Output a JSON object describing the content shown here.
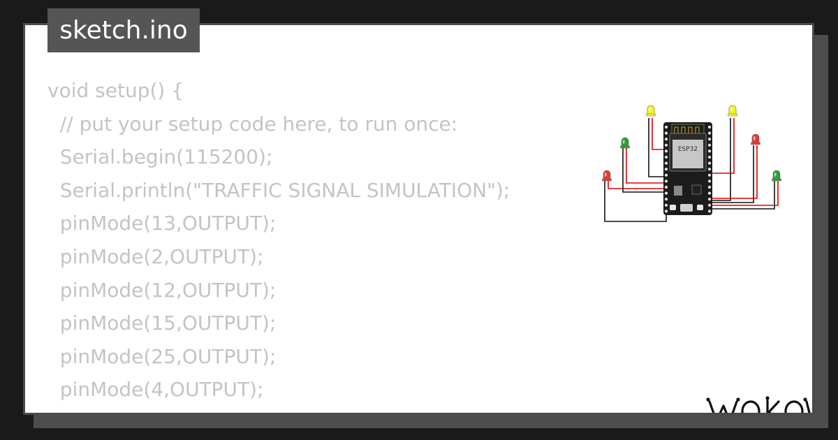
{
  "tab": {
    "filename": "sketch.ino"
  },
  "code_lines": [
    "void setup() {",
    "  // put your setup code here, to run once:",
    "  Serial.begin(115200);",
    "  Serial.println(\"TRAFFIC SIGNAL SIMULATION\");",
    "  pinMode(13,OUTPUT);",
    "  pinMode(2,OUTPUT);",
    "  pinMode(12,OUTPUT);",
    "  pinMode(15,OUTPUT);",
    "  pinMode(25,OUTPUT);",
    "  pinMode(4,OUTPUT);",
    "}"
  ],
  "board": {
    "label": "ESP32"
  },
  "brand": {
    "logo_icon": "wokwi-logo-icon"
  },
  "colors": {
    "background": "#1a1a1a",
    "card": "#ffffff",
    "tab": "#555555",
    "code_text": "#c4c4c4",
    "led_red": "#e53935",
    "led_yellow": "#f5f51e",
    "led_green": "#2e9e3a",
    "wire_red": "#e00000",
    "wire_black": "#111111",
    "board": "#1c1c1c"
  }
}
